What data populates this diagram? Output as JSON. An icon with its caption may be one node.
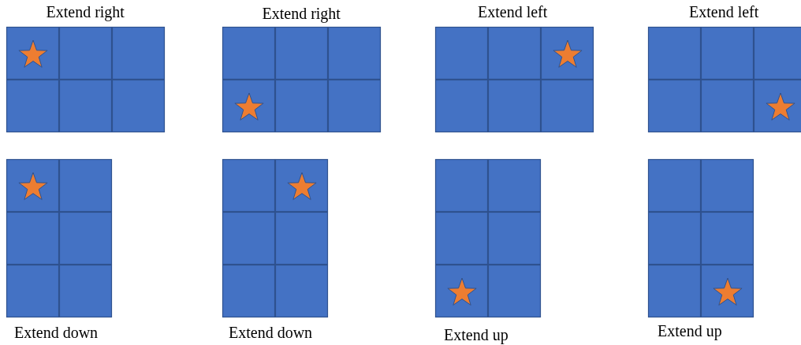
{
  "diagram": {
    "labels": [
      "Extend right",
      "Extend right",
      "Extend left",
      "Extend left",
      "Extend down",
      "Extend down",
      "Extend up",
      "Extend up"
    ]
  }
}
